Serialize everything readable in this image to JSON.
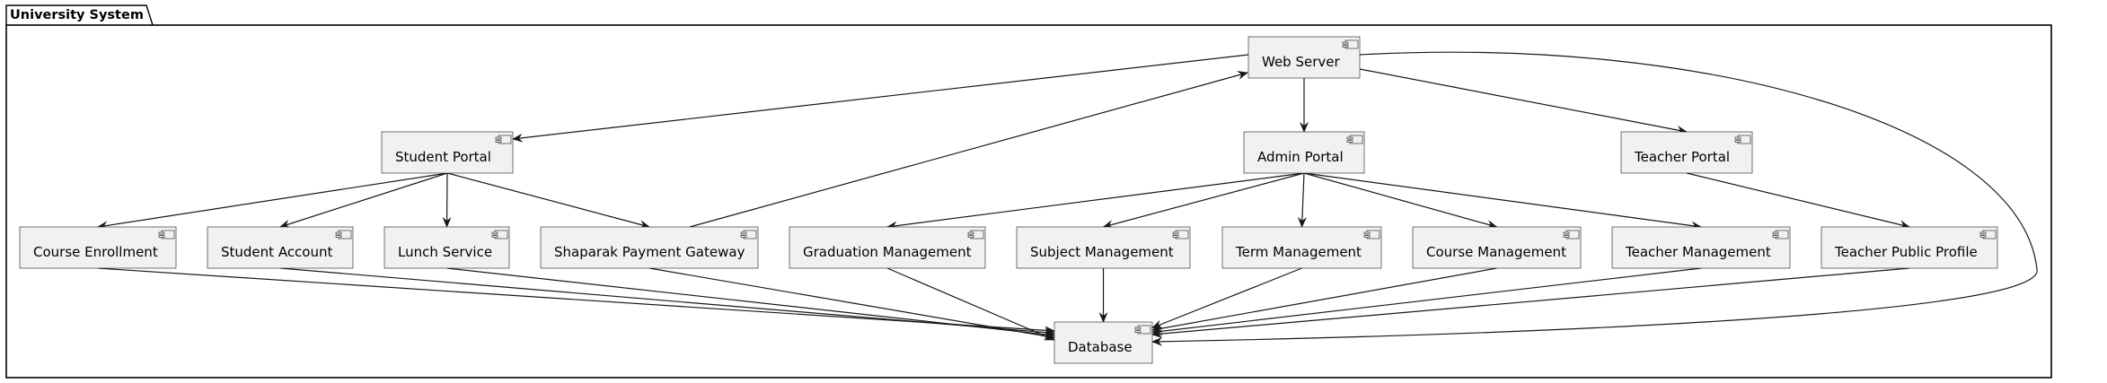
{
  "package": {
    "title": "University System"
  },
  "components": {
    "web_server": "Web Server",
    "student_portal": "Student Portal",
    "admin_portal": "Admin Portal",
    "teacher_portal": "Teacher Portal",
    "course_enrollment": "Course Enrollment",
    "student_account": "Student Account",
    "lunch_service": "Lunch Service",
    "shaparak_payment_gateway": "Shaparak Payment Gateway",
    "graduation_management": "Graduation Management",
    "subject_management": "Subject Management",
    "term_management": "Term Management",
    "course_management": "Course Management",
    "teacher_management": "Teacher Management",
    "teacher_public_profile": "Teacher Public Profile",
    "database": "Database"
  },
  "relations": [
    [
      "web_server",
      "student_portal"
    ],
    [
      "web_server",
      "admin_portal"
    ],
    [
      "web_server",
      "teacher_portal"
    ],
    [
      "web_server",
      "database"
    ],
    [
      "student_portal",
      "course_enrollment"
    ],
    [
      "student_portal",
      "student_account"
    ],
    [
      "student_portal",
      "lunch_service"
    ],
    [
      "student_portal",
      "shaparak_payment_gateway"
    ],
    [
      "shaparak_payment_gateway",
      "web_server"
    ],
    [
      "admin_portal",
      "graduation_management"
    ],
    [
      "admin_portal",
      "subject_management"
    ],
    [
      "admin_portal",
      "term_management"
    ],
    [
      "admin_portal",
      "course_management"
    ],
    [
      "admin_portal",
      "teacher_management"
    ],
    [
      "teacher_portal",
      "teacher_public_profile"
    ],
    [
      "course_enrollment",
      "database"
    ],
    [
      "student_account",
      "database"
    ],
    [
      "lunch_service",
      "database"
    ],
    [
      "shaparak_payment_gateway",
      "database"
    ],
    [
      "graduation_management",
      "database"
    ],
    [
      "subject_management",
      "database"
    ],
    [
      "term_management",
      "database"
    ],
    [
      "course_management",
      "database"
    ],
    [
      "teacher_management",
      "database"
    ],
    [
      "teacher_public_profile",
      "database"
    ]
  ],
  "colors": {
    "box_fill": "#f1f1f1",
    "line": "#181818",
    "background": "#ffffff"
  }
}
